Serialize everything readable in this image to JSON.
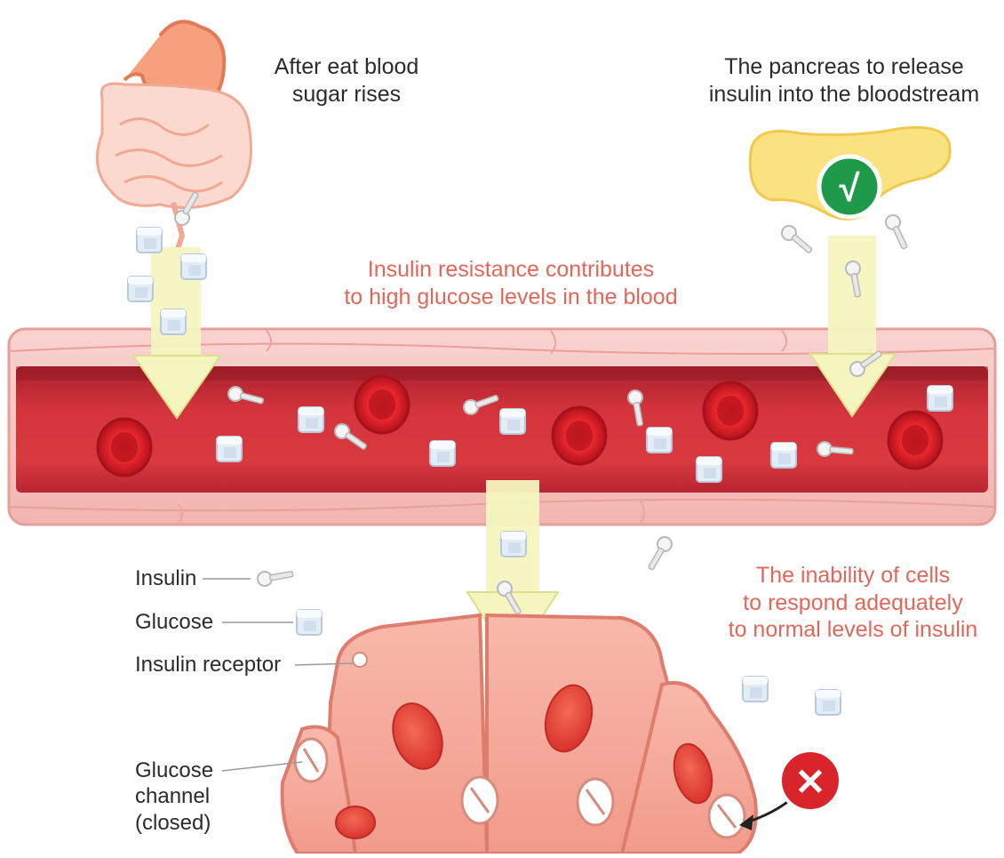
{
  "captions": {
    "after_eat": [
      "After eat blood",
      "sugar rises"
    ],
    "pancreas": [
      "The pancreas to release",
      "insulin into the bloodstream"
    ],
    "resistance": [
      "Insulin resistance contributes",
      "to high glucose levels in the blood"
    ],
    "inability": [
      "The inability of cells",
      "to respond adequately",
      "to normal levels of insulin"
    ]
  },
  "legend": {
    "insulin": "Insulin",
    "glucose": "Glucose",
    "receptor": "Insulin receptor",
    "channel": [
      "Glucose",
      "channel",
      "(closed)"
    ]
  },
  "symbols": {
    "check": "√",
    "cross": "✕"
  },
  "colors": {
    "vessel_wall": "#f7c6c3",
    "blood": "#d5343c",
    "red_cell": "#e0232a",
    "arrow_fill": "#f4f5bf",
    "cell_fill": "#f5a898",
    "nucleus": "#e8433a",
    "pancreas": "#f8e07a",
    "check_badge": "#1f9a4a",
    "cross_badge": "#d8242a",
    "caption_red": "#e0685a"
  }
}
